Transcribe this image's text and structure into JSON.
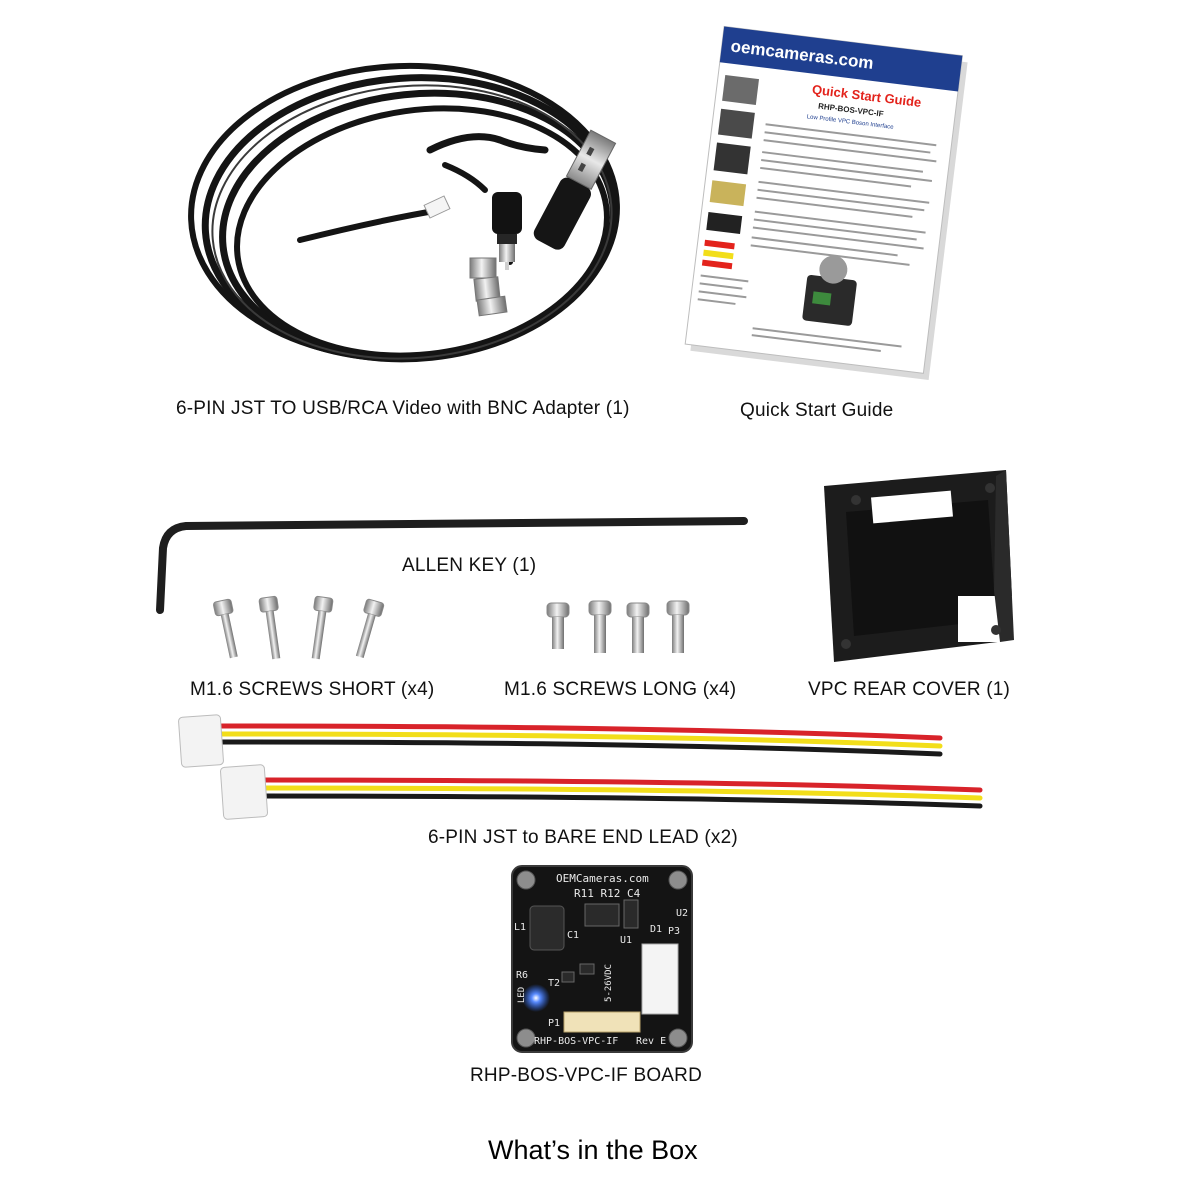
{
  "labels": {
    "cable": "6-PIN JST TO USB/RCA Video with BNC Adapter (1)",
    "guide": "Quick Start Guide",
    "allen_key": "ALLEN KEY (1)",
    "screws_short": "M1.6 SCREWS SHORT (x4)",
    "screws_long": "M1.6 SCREWS LONG (x4)",
    "rear_cover": "VPC REAR COVER (1)",
    "lead": "6-PIN JST to BARE END LEAD (x2)",
    "board": "RHP-BOS-VPC-IF BOARD",
    "footer": "What’s in the Box"
  },
  "guide_doc": {
    "logo": "oemcameras.com",
    "heading": "Quick Start Guide",
    "part": "RHP-BOS-VPC-IF",
    "subtitle": "Low Profile VPC Boson Interface"
  },
  "board_print": {
    "site": "OEMCameras.com",
    "part": "RHP-BOS-VPC-IF",
    "rev": "Rev E",
    "refs": "R11 R12 C4",
    "u2": "U2",
    "l1": "L1",
    "c1": "C1",
    "u1": "U1",
    "d1": "D1",
    "p3": "P3",
    "r6": "R6",
    "t2": "T2",
    "led": "LED",
    "p1": "P1",
    "pins": "5-26VDC"
  },
  "colors": {
    "wire_red": "#d8232a",
    "wire_yellow": "#f2de1a",
    "wire_black": "#1a1a1a",
    "pcb": "#141414",
    "led_blue": "#2a6bff"
  }
}
